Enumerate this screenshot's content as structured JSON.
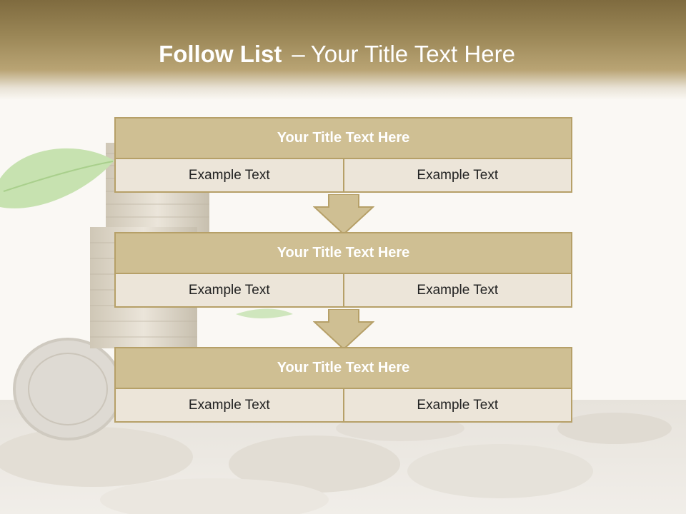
{
  "header": {
    "title_bold": "Follow List",
    "title_separator": "–",
    "title_rest": "Your Title Text Here"
  },
  "steps": [
    {
      "title": "Your Title Text Here",
      "left_text": "Example Text",
      "right_text": "Example Text"
    },
    {
      "title": "Your Title Text Here",
      "left_text": "Example Text",
      "right_text": "Example Text"
    },
    {
      "title": "Your Title Text Here",
      "left_text": "Example Text",
      "right_text": "Example Text"
    }
  ],
  "colors": {
    "header_dark": "#7f6b3f",
    "title_fill": "#cfbf93",
    "cell_fill": "#ece5d9",
    "border": "#b6a068"
  }
}
